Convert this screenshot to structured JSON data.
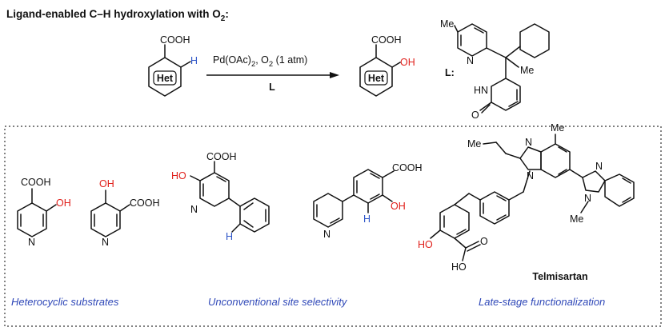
{
  "title": {
    "text": "Ligand-enabled C–H hydroxylation with O",
    "sub": "2",
    "tail": ":"
  },
  "reaction": {
    "reagent_pd": "Pd(OAc)",
    "reagent_pd_sub": "2",
    "reagent_sep": ", O",
    "reagent_o2_sub": "2",
    "reagent_atm": " (1 atm)",
    "ligand_letter": "L"
  },
  "substrate": {
    "ring_label": "Het",
    "acid": "COOH",
    "h": "H"
  },
  "product": {
    "ring_label": "Het",
    "acid": "COOH",
    "oh": "OH"
  },
  "ligand": {
    "label": "L:",
    "me_top": "Me",
    "n_pyr": "N",
    "me_quat": "Me",
    "hn": "HN",
    "o": "O"
  },
  "examples": {
    "ex1": {
      "acid": "COOH",
      "oh": "OH",
      "n": "N"
    },
    "ex2": {
      "oh": "OH",
      "acid": "COOH",
      "n": "N"
    },
    "ex3": {
      "acid": "COOH",
      "ho": "HO",
      "n": "N",
      "h": "H"
    },
    "ex4": {
      "acid": "COOH",
      "oh": "OH",
      "n": "N",
      "h": "H"
    },
    "telmisartan": {
      "name": "Telmisartan",
      "me_top": "Me",
      "me_prop": "Me",
      "n1": "N",
      "n2": "N",
      "n3": "N",
      "n4": "N",
      "me_n": "Me",
      "ho": "HO",
      "ho_acid": "HO",
      "o_acid": "O"
    }
  },
  "captions": {
    "left": "Heterocyclic substrates",
    "mid": "Unconventional site selectivity",
    "right": "Late-stage functionalization"
  },
  "colors": {
    "red": "#e0201b",
    "blue": "#2f56c9",
    "caption": "#2f48b8"
  }
}
